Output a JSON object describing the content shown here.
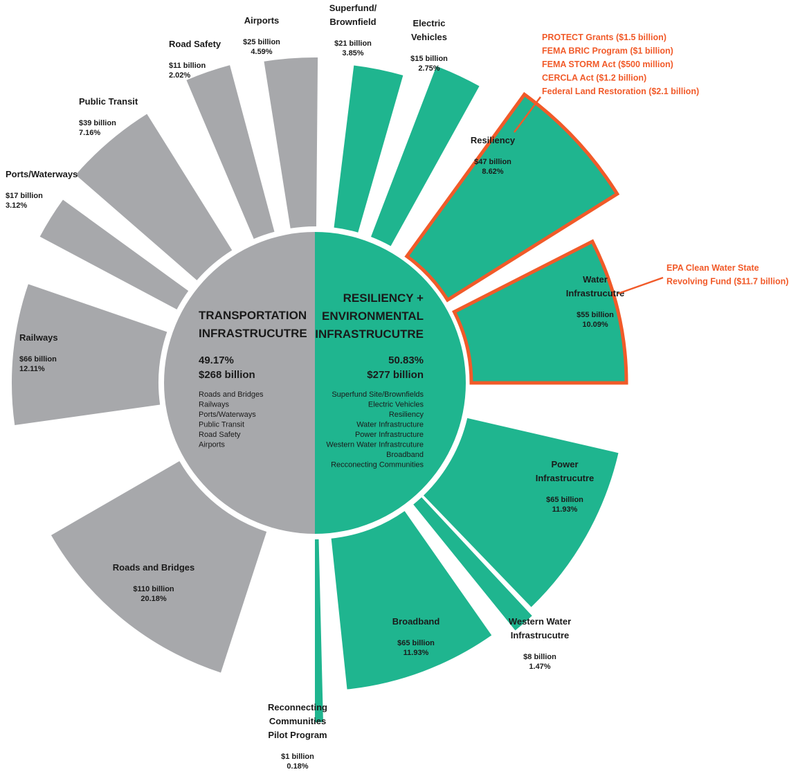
{
  "colors": {
    "transportation": "#a7a8ab",
    "resiliency": "#1fb58f",
    "highlight": "#f15a29",
    "text": "#1a1a1a"
  },
  "chart_data": {
    "type": "pie",
    "center": {
      "left": {
        "title_lines": [
          "TRANSPORTATION",
          "INFRASTRUCUTRE"
        ],
        "percent": "49.17%",
        "amount": "$268 billion",
        "items": [
          "Roads and Bridges",
          "Railways",
          "Ports/Waterways",
          "Public Transit",
          "Road Safety",
          "Airports"
        ]
      },
      "right": {
        "title_lines": [
          "RESILIENCY +",
          "ENVIRONMENTAL",
          "INFRASTRUCUTRE"
        ],
        "percent": "50.83%",
        "amount": "$277 billion",
        "items": [
          "Superfund Site/Brownfields",
          "Electric Vehicles",
          "Resiliency",
          "Water Infrastructure",
          "Power Infrastructure",
          "Western Water Infrastrcuture",
          "Broadband",
          "Recconecting Communities"
        ]
      }
    },
    "slices": [
      {
        "id": "superfund",
        "group": "resiliency",
        "name_lines": [
          "Superfund/",
          "Brownfield"
        ],
        "amount": "$21 billion",
        "percent": "3.85%",
        "value": 21
      },
      {
        "id": "electric-vehicles",
        "group": "resiliency",
        "name_lines": [
          "Electric",
          "Vehicles"
        ],
        "amount": "$15 billion",
        "percent": "2.75%",
        "value": 15
      },
      {
        "id": "resiliency",
        "group": "resiliency",
        "name_lines": [
          "Resiliency"
        ],
        "amount": "$47 billion",
        "percent": "8.62%",
        "value": 47,
        "highlight": true
      },
      {
        "id": "water",
        "group": "resiliency",
        "name_lines": [
          "Water",
          "Infrastrucutre"
        ],
        "amount": "$55 billion",
        "percent": "10.09%",
        "value": 55,
        "highlight": true
      },
      {
        "id": "power",
        "group": "resiliency",
        "name_lines": [
          "Power",
          "Infrastrucutre"
        ],
        "amount": "$65 billion",
        "percent": "11.93%",
        "value": 65
      },
      {
        "id": "western-water",
        "group": "resiliency",
        "name_lines": [
          "Western Water",
          "Infrastrucutre"
        ],
        "amount": "$8 billion",
        "percent": "1.47%",
        "value": 8
      },
      {
        "id": "broadband",
        "group": "resiliency",
        "name_lines": [
          "Broadband"
        ],
        "amount": "$65 billion",
        "percent": "11.93%",
        "value": 65
      },
      {
        "id": "reconnecting",
        "group": "resiliency",
        "name_lines": [
          "Reconnecting",
          "Communities",
          "Pilot Program"
        ],
        "amount": "$1 billion",
        "percent": "0.18%",
        "value": 1
      },
      {
        "id": "roads-bridges",
        "group": "transportation",
        "name_lines": [
          "Roads and Bridges"
        ],
        "amount": "$110 billion",
        "percent": "20.18%",
        "value": 110
      },
      {
        "id": "railways",
        "group": "transportation",
        "name_lines": [
          "Railways"
        ],
        "amount": "$66 billion",
        "percent": "12.11%",
        "value": 66
      },
      {
        "id": "ports",
        "group": "transportation",
        "name_lines": [
          "Ports/Waterways"
        ],
        "amount": "$17 billion",
        "percent": "3.12%",
        "value": 17
      },
      {
        "id": "public-transit",
        "group": "transportation",
        "name_lines": [
          "Public Transit"
        ],
        "amount": "$39 billion",
        "percent": "7.16%",
        "value": 39
      },
      {
        "id": "road-safety",
        "group": "transportation",
        "name_lines": [
          "Road Safety"
        ],
        "amount": "$11 billion",
        "percent": "2.02%",
        "value": 11
      },
      {
        "id": "airports",
        "group": "transportation",
        "name_lines": [
          "Airports"
        ],
        "amount": "$25 billion",
        "percent": "4.59%",
        "value": 25
      }
    ],
    "callouts": [
      {
        "target": "resiliency",
        "lines": [
          "PROTECT Grants ($1.5 billion)",
          "FEMA BRIC Program ($1 billion)",
          "FEMA STORM Act ($500 million)",
          "CERCLA Act ($1.2 billion)",
          "Federal Land Restoration ($2.1 billion)"
        ]
      },
      {
        "target": "water",
        "lines": [
          "EPA Clean Water State",
          "Revolving Fund ($11.7 billion)"
        ]
      }
    ]
  }
}
